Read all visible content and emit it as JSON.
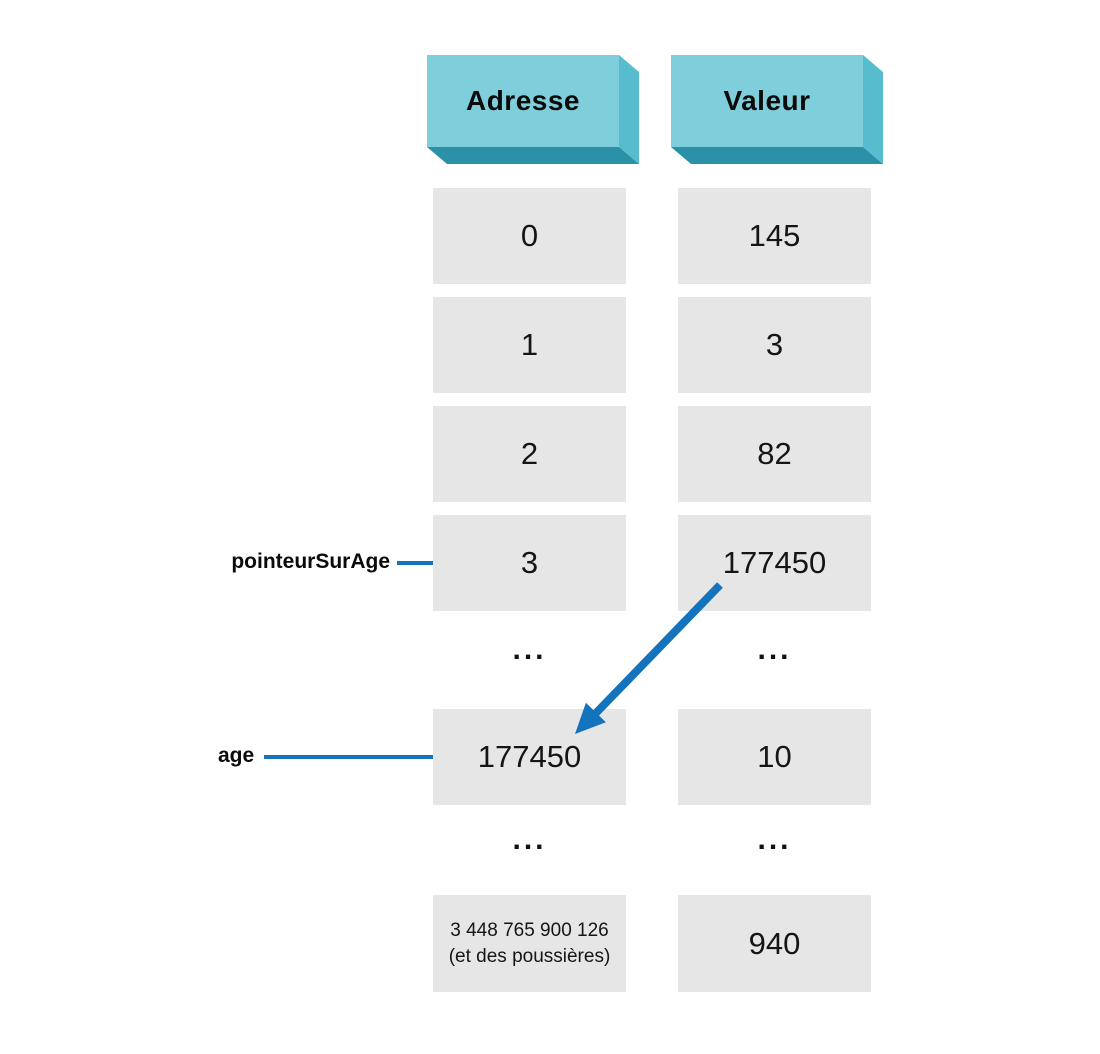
{
  "diagram": {
    "topic": "pointer-memory-diagram",
    "colors": {
      "header_face": "#7ecedb",
      "header_side": "#57bccd",
      "header_bottom": "#2a91a9",
      "cell_background": "#e6e6e6",
      "accent_blue": "#1473bd",
      "text": "#111111"
    },
    "table": {
      "address_header": "Adresse",
      "value_header": "Valeur",
      "rows": [
        {
          "address": "0",
          "value": "145"
        },
        {
          "address": "1",
          "value": "3"
        },
        {
          "address": "2",
          "value": "82"
        },
        {
          "address": "3",
          "value": "177450"
        },
        {
          "address": "...",
          "value": "..."
        },
        {
          "address": "177450",
          "value": "10"
        },
        {
          "address": "...",
          "value": "..."
        },
        {
          "address_line1": "3 448 765 900 126",
          "address_line2": "(et des poussières)",
          "value": "940"
        }
      ]
    },
    "labels": {
      "pointer_variable": "pointeurSurAge",
      "age_variable": "age"
    },
    "arrow": {
      "meaning": "value 177450 points to address 177450"
    }
  }
}
